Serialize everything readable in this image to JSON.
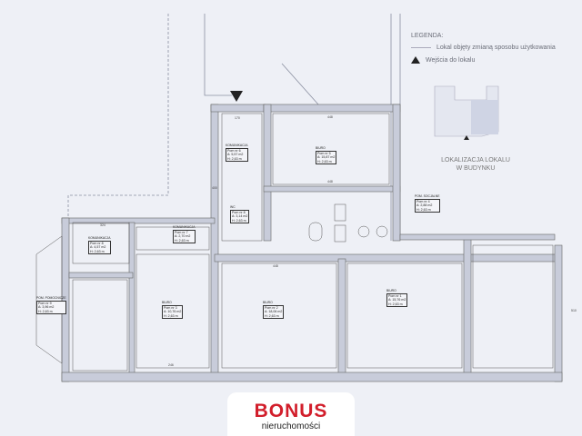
{
  "legend": {
    "title": "LEGENDA:",
    "line_item": "Lokal objęty zmianą sposobu użytkowania",
    "entry_item": "Wejścia do lokalu"
  },
  "location": {
    "line1": "LOKALIZACJA LOKALU",
    "line2": "W BUDYNKU"
  },
  "rooms": [
    {
      "name": "BIURO",
      "num": "Pom nr 1",
      "area": "A: 15,76 m2",
      "height": "H: 2,63 m"
    },
    {
      "name": "BIURO",
      "num": "Pom nr 2",
      "area": "A: 18,06 m2",
      "height": "H: 2,63 m"
    },
    {
      "name": "BIURO",
      "num": "Pom nr 3",
      "area": "A: 10,76 m2",
      "height": "H: 2,63 m"
    },
    {
      "name": "POM. SOCJALNE",
      "num": "Pom nr 4",
      "area": "A: 2,88 m2",
      "height": "H: 2,63 m"
    },
    {
      "name": "BIURO",
      "num": "Pom nr 5",
      "area": "A: 15,87 m2",
      "height": "H: 2,63 m"
    },
    {
      "name": "KOMUNIKACJA",
      "num": "Pom nr 6",
      "area": "A: 5,57 m2",
      "height": "H: 2,63 m"
    },
    {
      "name": "KOMUNIKACJA",
      "num": "Pom nr 7",
      "area": "A: 2,70 m2",
      "height": "H: 2,63 m"
    },
    {
      "name": "KOMUNIKACJA",
      "num": "Pom nr 8",
      "area": "A: 4,57 m2",
      "height": "H: 2,63 m"
    },
    {
      "name": "Pom. pomocnicze",
      "num": "Pom nr 9",
      "area": "A: 3,96 m2",
      "height": "H: 2,63 m"
    },
    {
      "name": "WC",
      "num": "Pom nr 8",
      "area": "A: 3,14 m2",
      "height": "H: 2,63 m"
    }
  ],
  "dimensions": {
    "d1": "448",
    "d2": "448",
    "d3": "324",
    "d4": "246",
    "d5": "448",
    "d6": "510",
    "d7": "400",
    "d8": "170"
  },
  "logo": {
    "brand": "BONUS",
    "sub": "nieruchomości"
  }
}
